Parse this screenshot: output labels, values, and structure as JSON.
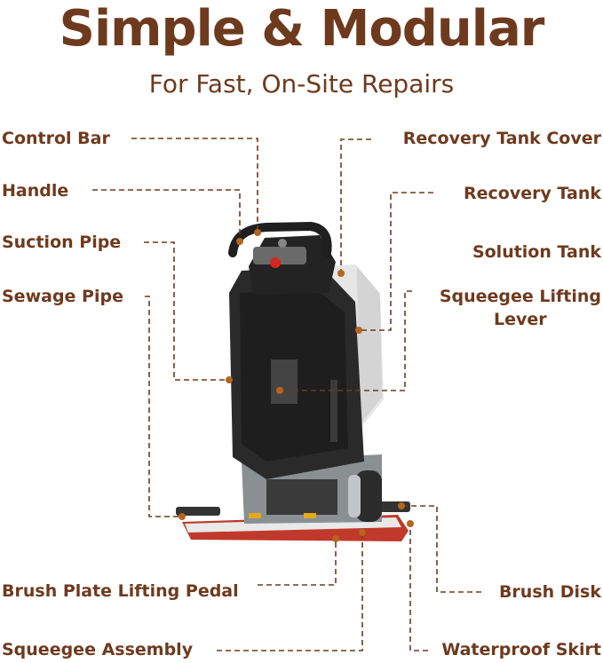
{
  "header": {
    "title": "Simple & Modular",
    "subtitle": "For Fast, On-Site Repairs"
  },
  "labels": {
    "control_bar": "Control Bar",
    "handle": "Handle",
    "suction_pipe": "Suction Pipe",
    "sewage_pipe": "Sewage Pipe",
    "recovery_tank_cover": "Recovery Tank Cover",
    "recovery_tank": "Recovery Tank",
    "solution_tank": "Solution Tank",
    "squeegee_lifting_lever_line1": "Squeegee Lifting",
    "squeegee_lifting_lever_line2": "Lever",
    "brush_plate_lifting_pedal": "Brush Plate Lifting Pedal",
    "squeegee_assembly": "Squeegee Assembly",
    "brush_disk": "Brush Disk",
    "waterproof_skirt": "Waterproof Skirt"
  },
  "colors": {
    "text": "#6e3a1e",
    "callout_dot": "#b5651d",
    "machine_body": "#2a2a2a",
    "machine_base": "#c0392b"
  }
}
